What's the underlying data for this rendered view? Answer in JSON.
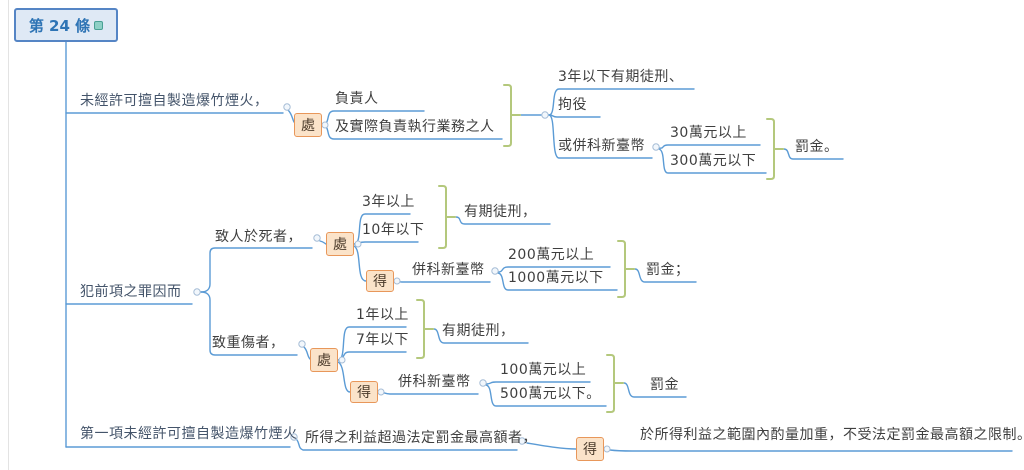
{
  "root": {
    "label": "第 24 條",
    "marker_icon": "tag-icon"
  },
  "colors": {
    "connector": "#5b9bd5",
    "summary_bracket": "#b4c87c",
    "badge_border": "#e8975a",
    "badge_fill": "#fbe3c9",
    "root_border": "#5585c5",
    "root_fill": "#dfe9f5",
    "root_text": "#2e74b5",
    "main_topic_text": "#44546a",
    "node_text": "#3f3f3f"
  },
  "nodes": {
    "b1_topic": "未經許可擅自製造爆竹煙火，",
    "b1_chu": "處",
    "b1_person1": "負責人",
    "b1_person2": "及實際負責執行業務之人",
    "b1_pen1": "3年以下有期徒刑、",
    "b1_pen2": "拘役",
    "b1_pen3": "或併科新臺幣",
    "b1_fine_min": "30萬元以上",
    "b1_fine_max": "300萬元以下",
    "b1_fine": "罰金。",
    "b2_topic": "犯前項之罪因而",
    "b2a_cond": "致人於死者，",
    "b2a_chu": "處",
    "b2a_term_min": "3年以上",
    "b2a_term_max": "10年以下",
    "b2a_term": "有期徒刑，",
    "b2a_de": "得",
    "b2a_fine_label": "併科新臺幣",
    "b2a_fine_min": "200萬元以上",
    "b2a_fine_max": "1000萬元以下",
    "b2a_fine": "罰金；",
    "b2b_cond": "致重傷者，",
    "b2b_chu": "處",
    "b2b_term_min": "1年以上",
    "b2b_term_max": "7年以下",
    "b2b_term": "有期徒刑，",
    "b2b_de": "得",
    "b2b_fine_label": "併科新臺幣",
    "b2b_fine_min": "100萬元以上",
    "b2b_fine_max": "500萬元以下。",
    "b2b_fine": "罰金",
    "b3_topic": "第一項未經許可擅自製造爆竹煙火",
    "b3_cond": "所得之利益超過法定罰金最高額者，",
    "b3_de": "得",
    "b3_result": "於所得利益之範圍內酌量加重，不受法定罰金最高額之限制。"
  }
}
